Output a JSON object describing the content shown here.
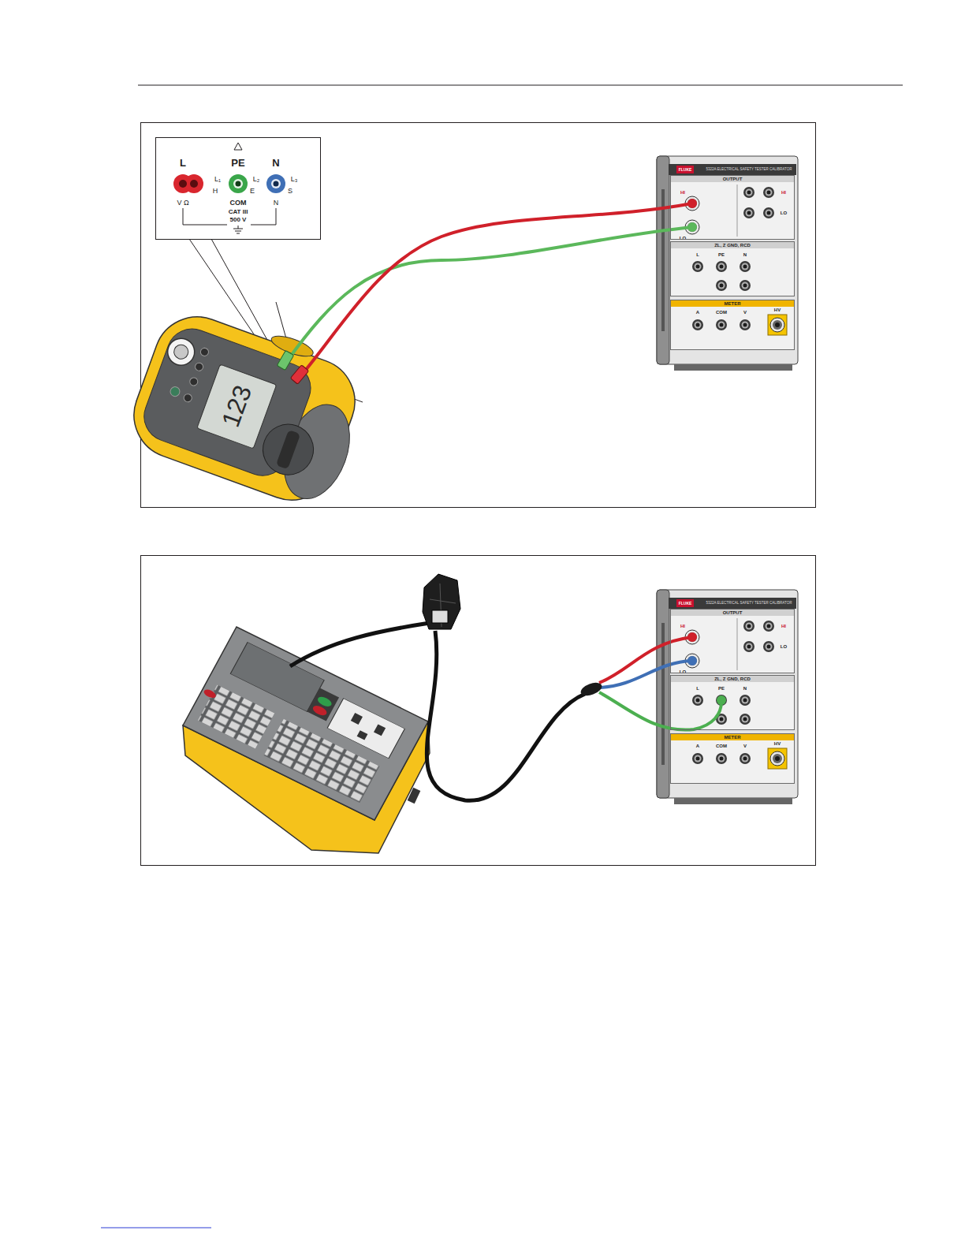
{
  "diagram": {
    "nodes": [
      {
        "text": [
          "OUTPUT"
        ]
      },
      {
        "text": [
          "ZL, Z GND, RCD"
        ]
      },
      {
        "text": [
          "METER"
        ]
      },
      {
        "text": [
          "OUTPUT"
        ]
      },
      {
        "text": [
          "ZL, Z GND, RCD"
        ]
      },
      {
        "text": [
          "METER"
        ]
      }
    ],
    "labels": [
      "L",
      "PE",
      "N",
      "L₁",
      "L₂",
      "L₃",
      "H",
      "E",
      "S",
      "V Ω",
      "COM",
      "N",
      "CAT III",
      "500 V",
      "123",
      "FLUKE",
      "5322A ELECTRICAL SAFETY TESTER CALIBRATOR",
      "HI",
      "LO",
      "HI",
      "LO",
      "L",
      "PE",
      "N",
      "A",
      "COM",
      "V",
      "HV",
      "FLUKE",
      "5322A ELECTRICAL SAFETY TESTER CALIBRATOR",
      "HI",
      "LO",
      "HI",
      "LO",
      "L",
      "PE",
      "N",
      "A",
      "COM",
      "V",
      "HV"
    ]
  }
}
